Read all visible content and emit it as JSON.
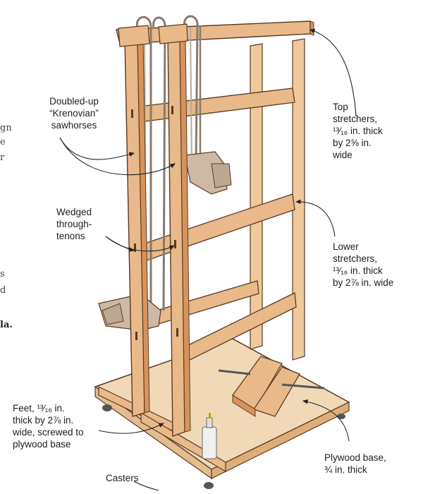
{
  "diagram": {
    "callouts": {
      "sawhorses": "Doubled-up\n“Krenovian”\nsawhorses",
      "tenons": "Wedged\nthrough-\ntenons",
      "top_stretchers": "Top\nstretchers,\n¹³⁄₁₆ in. thick\nby 2⅝ in.\nwide",
      "lower_stretchers": "Lower\nstretchers,\n¹³⁄₁₆ in. thick\nby 2⅞ in. wide",
      "feet": "Feet, ¹³⁄₁₆ in.\nthick by 2⅞ in.\nwide, screwed to\nplywood base",
      "plywood_base": "Plywood base,\n¾ in. thick",
      "casters": "Casters"
    },
    "edge_text": {
      "line1": "gn",
      "line2": "e",
      "line3": "r",
      "line4": "s",
      "line5": "d",
      "line6": "la."
    },
    "colors": {
      "wood": "#e9b98a",
      "wood_shade": "#d7935c",
      "plywood": "#f1d9b8",
      "outline": "#5a3a22",
      "clamp": "#cdb9a6",
      "leader": "#222222"
    }
  }
}
